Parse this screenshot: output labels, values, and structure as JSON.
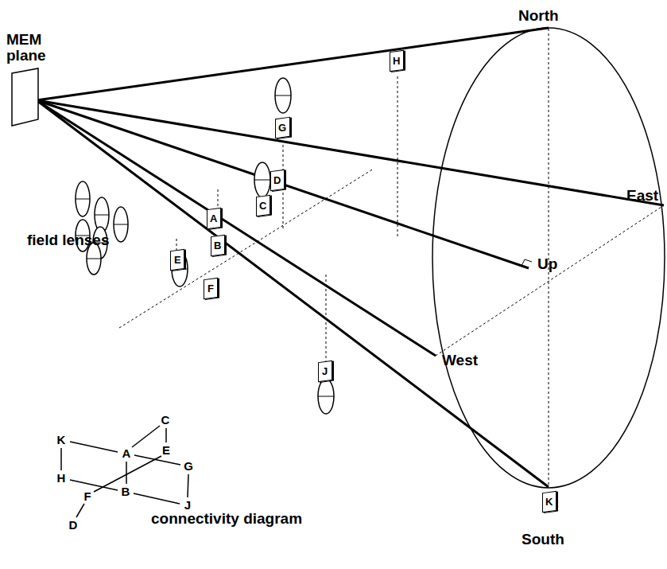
{
  "diagram": {
    "nodes": [
      {
        "text": [
          "H"
        ]
      },
      {
        "text": [
          "G"
        ]
      },
      {
        "text": [
          "D"
        ]
      },
      {
        "text": [
          "C"
        ]
      },
      {
        "text": [
          "A"
        ]
      },
      {
        "text": [
          "B"
        ]
      },
      {
        "text": [
          "E"
        ]
      },
      {
        "text": [
          "F"
        ]
      },
      {
        "text": [
          "J"
        ]
      },
      {
        "text": [
          "K"
        ]
      }
    ],
    "labels": [
      "North",
      "MEM plane",
      "East",
      "Up",
      "field lenses",
      "West",
      "South",
      "C",
      "K",
      "A",
      "E",
      "G",
      "H",
      "F",
      "B",
      "J",
      "D",
      "connectivity diagram"
    ]
  }
}
